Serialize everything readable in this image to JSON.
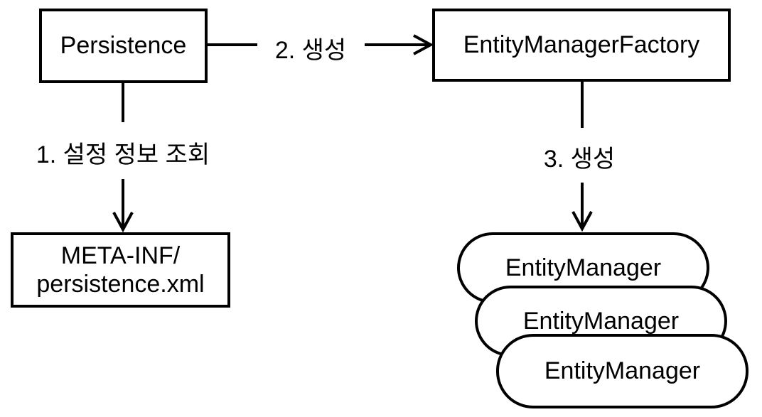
{
  "diagram": {
    "nodes": {
      "persistence": {
        "label": "Persistence"
      },
      "entity_manager_factory": {
        "label": "EntityManagerFactory"
      },
      "persistence_xml": {
        "line1": "META-INF/",
        "line2": "persistence.xml"
      },
      "entity_managers": [
        {
          "label": "EntityManager"
        },
        {
          "label": "EntityManager"
        },
        {
          "label": "EntityManager"
        }
      ]
    },
    "edges": {
      "step1": {
        "label": "1. 설정 정보 조회"
      },
      "step2": {
        "label": "2. 생성"
      },
      "step3": {
        "label": "3. 생성"
      }
    },
    "colors": {
      "stroke": "#000000",
      "background": "#ffffff"
    }
  }
}
